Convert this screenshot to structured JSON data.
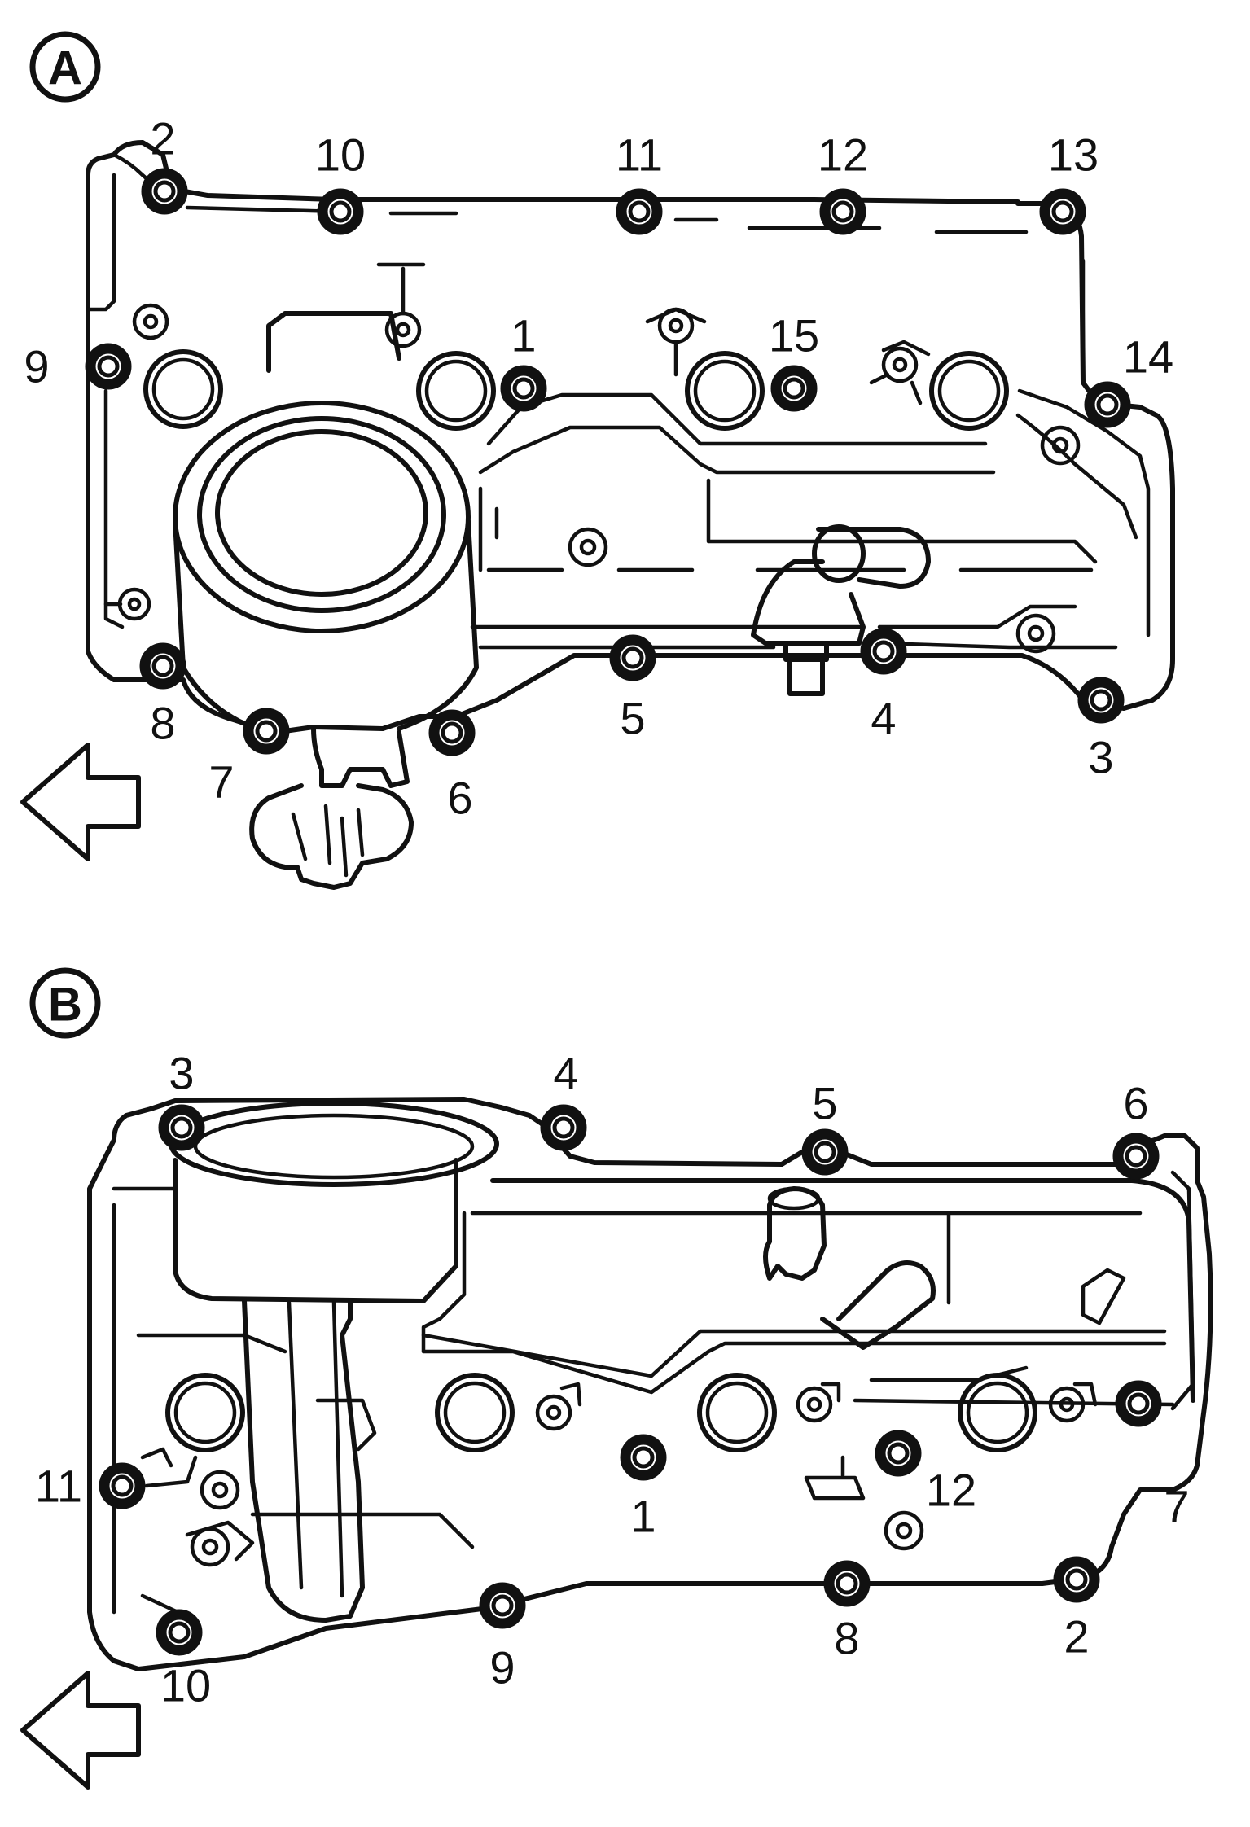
{
  "panels": [
    {
      "id": "A",
      "bolts": [
        {
          "label": "1"
        },
        {
          "label": "2"
        },
        {
          "label": "3"
        },
        {
          "label": "4"
        },
        {
          "label": "5"
        },
        {
          "label": "6"
        },
        {
          "label": "7"
        },
        {
          "label": "8"
        },
        {
          "label": "9"
        },
        {
          "label": "10"
        },
        {
          "label": "11"
        },
        {
          "label": "12"
        },
        {
          "label": "13"
        },
        {
          "label": "14"
        },
        {
          "label": "15"
        }
      ]
    },
    {
      "id": "B",
      "bolts": [
        {
          "label": "1"
        },
        {
          "label": "2"
        },
        {
          "label": "3"
        },
        {
          "label": "4"
        },
        {
          "label": "5"
        },
        {
          "label": "6"
        },
        {
          "label": "7"
        },
        {
          "label": "8"
        },
        {
          "label": "9"
        },
        {
          "label": "10"
        },
        {
          "label": "11"
        },
        {
          "label": "12"
        }
      ]
    }
  ],
  "arrow_direction": "left"
}
